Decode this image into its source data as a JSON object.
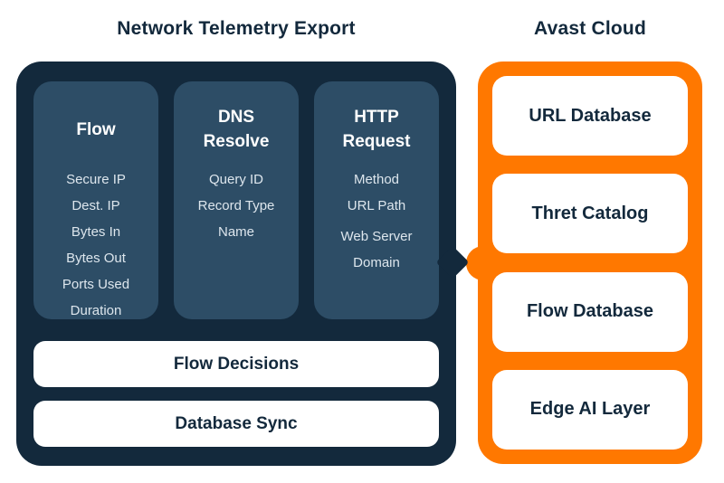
{
  "colors": {
    "panel_dark": "#13293c",
    "column_bg": "#2d4d66",
    "accent_orange": "#ff7800",
    "text_light": "#dde6ed",
    "text_dark": "#13293c",
    "white_box": "#ffffff"
  },
  "telemetry": {
    "title": "Network Telemetry Export",
    "columns": [
      {
        "heading": "Flow",
        "items": [
          "Secure IP",
          "Dest. IP",
          "Bytes In",
          "Bytes Out",
          "Ports Used",
          "Duration"
        ]
      },
      {
        "heading": "DNS Resolve",
        "items": [
          "Query ID",
          "Record Type",
          "Name"
        ]
      },
      {
        "heading": "HTTP Request",
        "items": [
          "Method",
          "URL Path",
          "Web Server Domain"
        ]
      }
    ],
    "bars": [
      "Flow Decisions",
      "Database Sync"
    ]
  },
  "cloud": {
    "title": "Avast Cloud",
    "boxes": [
      "URL Database",
      "Thret Catalog",
      "Flow Database",
      "Edge AI Layer"
    ]
  }
}
